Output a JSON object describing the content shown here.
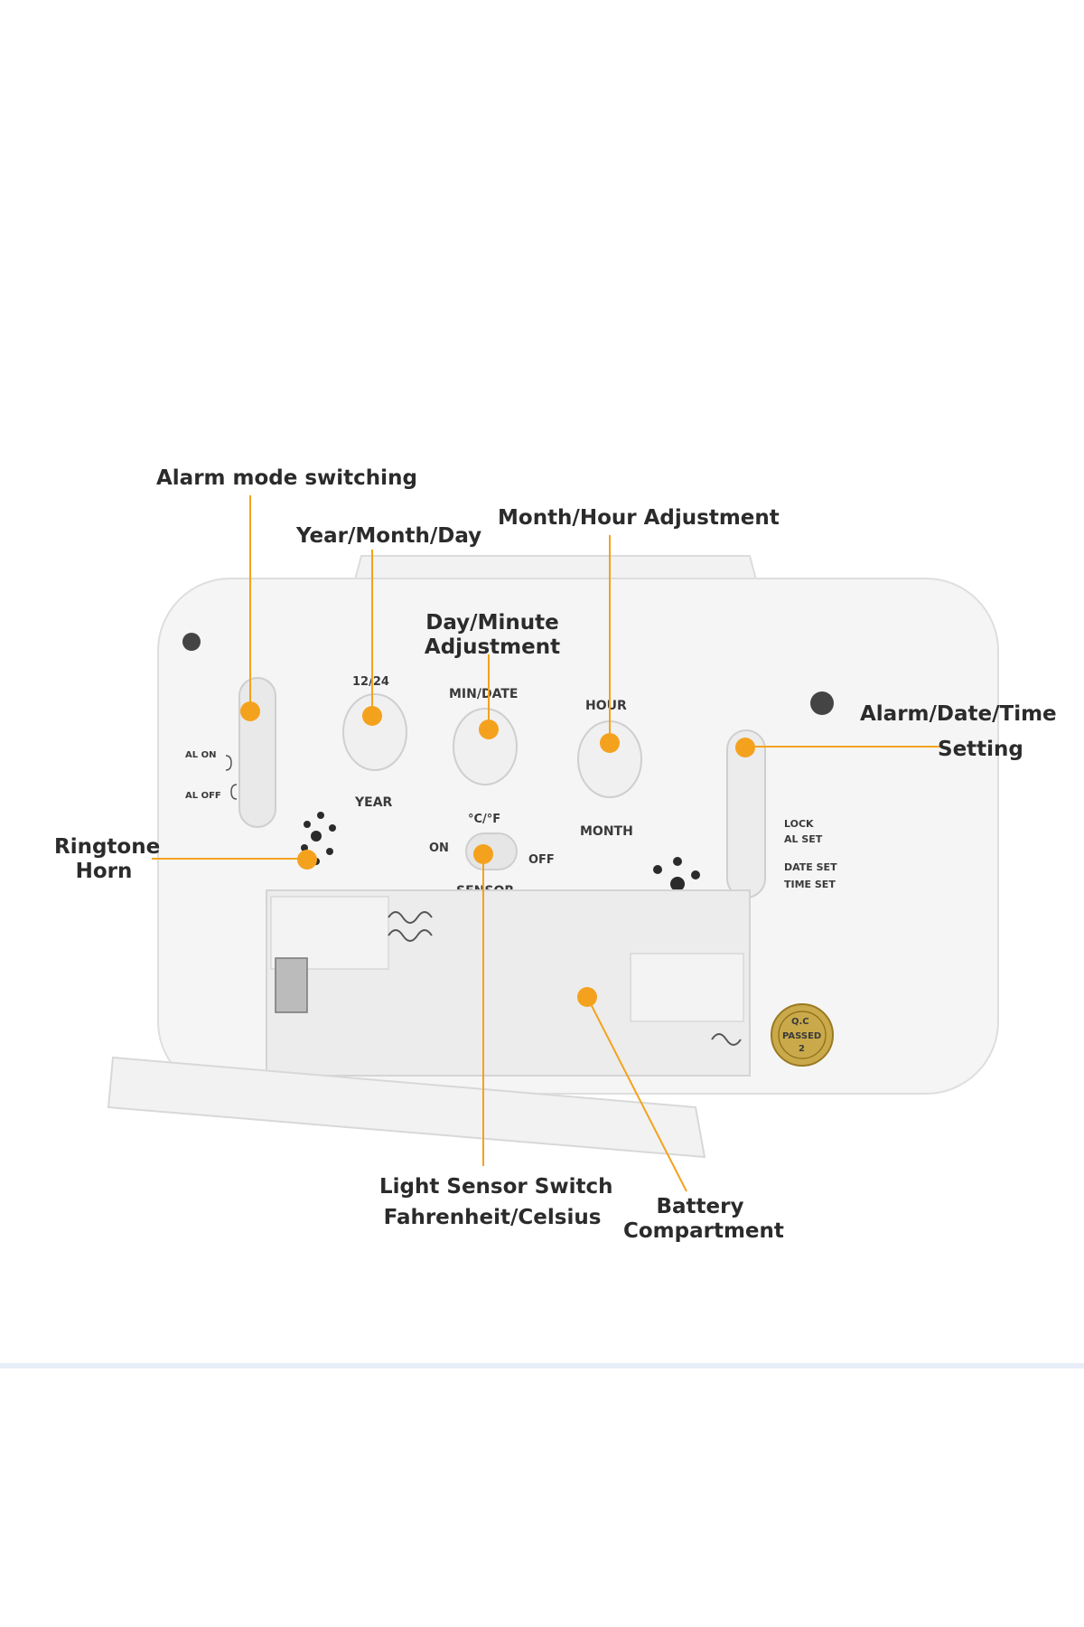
{
  "callouts": {
    "alarm_mode": "Alarm mode switching",
    "year_month_day": "Year/Month/Day",
    "month_hour": "Month/Hour Adjustment",
    "day_minute_line1": "Day/Minute",
    "day_minute_line2": "Adjustment",
    "alarm_date_time_line1": "Alarm/Date/Time",
    "alarm_date_time_line2": "Setting",
    "ringtone_line1": "Ringtone",
    "ringtone_line2": "Horn",
    "light_sensor_line1": "Light Sensor Switch",
    "light_sensor_line2": "Fahrenheit/Celsius",
    "battery_line1": "Battery",
    "battery_line2": "Compartment"
  },
  "device": {
    "btn_1224": "12/24",
    "btn_year": "YEAR",
    "btn_mindate": "MIN/DATE",
    "btn_hour": "HOUR",
    "btn_month": "MONTH",
    "al_on": "AL ON",
    "al_off": "AL OFF",
    "unit": "°C/°F",
    "on": "ON",
    "off": "OFF",
    "sensor": "SENSOR",
    "lock": "LOCK",
    "al_set": "AL SET",
    "date_set": "DATE SET",
    "time_set": "TIME SET",
    "qc_line1": "Q.C",
    "qc_line2": "PASSED",
    "qc_line3": "2"
  },
  "colors": {
    "accent": "#f4a21e",
    "device_body": "#f4f4f4",
    "label_text": "#2b2b2b"
  }
}
